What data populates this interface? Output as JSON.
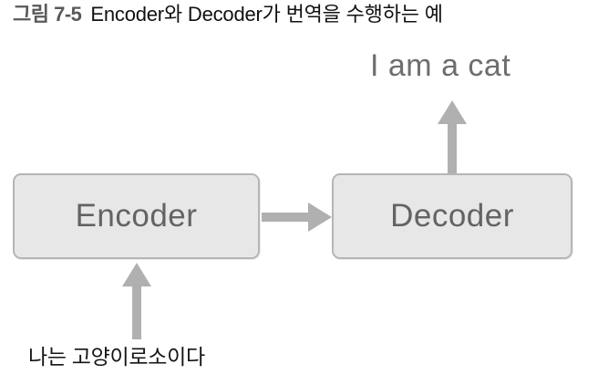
{
  "figure": {
    "caption_number": "그림 7-5",
    "caption_text": "Encoder와 Decoder가 번역을 수행하는 예",
    "background_color": "#ffffff"
  },
  "diagram": {
    "type": "flow-diagram",
    "output_sentence": "I am a cat",
    "input_sentence": "나는 고양이로소이다",
    "blocks": [
      {
        "id": "encoder",
        "label": "Encoder",
        "fill_color": "#e7e7e7",
        "border_color": "#b5b5b5",
        "text_color": "#636363"
      },
      {
        "id": "decoder",
        "label": "Decoder",
        "fill_color": "#e7e7e7",
        "border_color": "#b5b5b5",
        "text_color": "#636363"
      }
    ],
    "arrows": [
      {
        "id": "input-to-encoder",
        "direction": "up",
        "color": "#b0b0b0"
      },
      {
        "id": "encoder-to-decoder",
        "direction": "right",
        "color": "#b0b0b0"
      },
      {
        "id": "decoder-to-output",
        "direction": "up",
        "color": "#b0b0b0"
      }
    ],
    "arrow_color": "#b0b0b0"
  }
}
